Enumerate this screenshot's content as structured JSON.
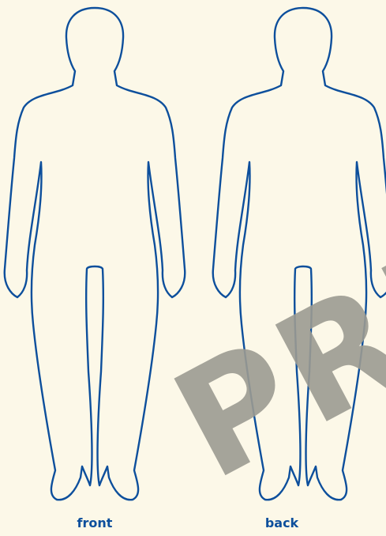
{
  "figure": {
    "captions": {
      "front": "front",
      "back": "back"
    },
    "watermark": "PREVIEW",
    "colors": {
      "background": "#fcf8e8",
      "outline": "#0d4f9c",
      "caption": "#0d4f9c",
      "watermark": "#9c9b92"
    }
  }
}
